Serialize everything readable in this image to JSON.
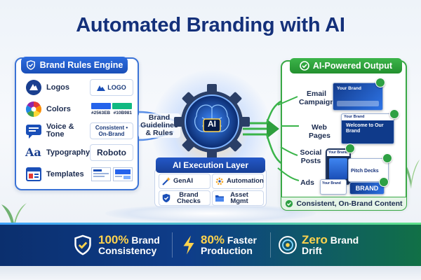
{
  "title": "Automated Branding with AI",
  "brand_rules": {
    "header": "Brand Rules Engine",
    "items": [
      {
        "label": "Logos",
        "sample": "LOGO",
        "icon": "logo-icon"
      },
      {
        "label": "Colors",
        "sample_colors": [
          "#2563EB",
          "#10B981"
        ],
        "icon": "color-wheel-icon"
      },
      {
        "label": "Voice & Tone",
        "sample": "Consistent • On-Brand",
        "icon": "chat-icon"
      },
      {
        "label": "Typography",
        "sample": "Roboto",
        "icon": "typography-icon"
      },
      {
        "label": "Templates",
        "icon": "template-icon"
      }
    ]
  },
  "connector_label": "Brand Guidelines & Rules",
  "ai_core": {
    "badge": "AI",
    "layer_title": "AI Execution Layer",
    "modules": [
      {
        "label": "GenAI",
        "icon": "genai-icon"
      },
      {
        "label": "Automation",
        "icon": "automation-icon"
      },
      {
        "label": "Brand Checks",
        "icon": "shield-check-icon"
      },
      {
        "label": "Asset Mgmt",
        "icon": "folder-icon"
      }
    ]
  },
  "output": {
    "header": "AI-Powered Output",
    "channels": [
      {
        "label": "Email Campaigns",
        "preview": "Your Brand"
      },
      {
        "label": "Web Pages",
        "preview_top": "Your Brand",
        "preview_main": "Welcome to Our Brand"
      },
      {
        "label": "Social Posts",
        "preview": "Your Brand"
      },
      {
        "label": "Ads",
        "preview_top": "Your Brand",
        "preview_main": "BRAND"
      }
    ],
    "pitch_label": "Pitch Decks",
    "footer": "Consistent, On-Brand Content"
  },
  "stats": [
    {
      "highlight": "100%",
      "text_a": "Brand",
      "text_b": "Consistency",
      "icon": "shield-check-icon"
    },
    {
      "highlight": "80%",
      "text_a": "Faster",
      "text_b": "Production",
      "icon": "lightning-icon"
    },
    {
      "highlight": "Zero",
      "text_a": "Brand",
      "text_b": "Drift",
      "icon": "target-icon"
    }
  ],
  "colors": {
    "primary_blue": "#1a4fb8",
    "accent_green": "#2ea043",
    "highlight_yellow": "#ffd34d",
    "navy": "#14307a"
  }
}
